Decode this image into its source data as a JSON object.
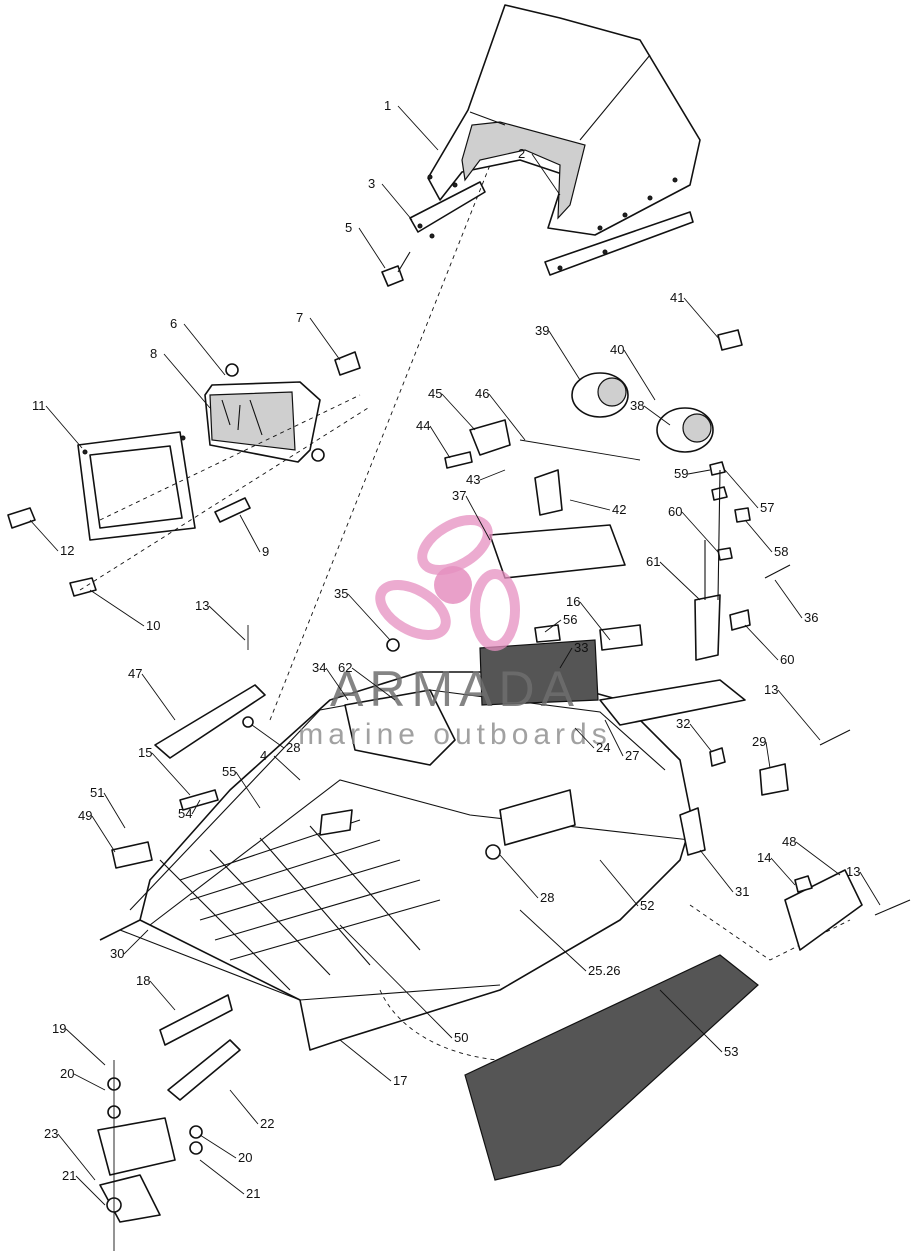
{
  "watermark": {
    "brand": "ARMADA",
    "tagline": "marine outboards",
    "logo_color": "#e58fc0"
  },
  "callouts": [
    "1",
    "2",
    "3",
    "5",
    "6",
    "7",
    "8",
    "11",
    "12",
    "9",
    "10",
    "13",
    "35",
    "34",
    "62",
    "47",
    "4",
    "28",
    "15",
    "55",
    "51",
    "49",
    "54",
    "30",
    "18",
    "19",
    "20",
    "22",
    "23",
    "21",
    "20b",
    "21b",
    "17",
    "50",
    "25.26",
    "53",
    "52",
    "31",
    "48",
    "14",
    "13b",
    "13c",
    "29",
    "32",
    "27",
    "24",
    "28b",
    "33",
    "16",
    "56",
    "37",
    "42",
    "43",
    "44",
    "45",
    "46",
    "39",
    "40",
    "38",
    "41",
    "59",
    "57",
    "60",
    "58",
    "61",
    "36",
    "60b"
  ],
  "labels": {
    "1": "1",
    "2": "2",
    "3": "3",
    "5": "5",
    "6": "6",
    "7": "7",
    "8": "8",
    "11": "11",
    "12": "12",
    "9": "9",
    "10": "10",
    "13": "13",
    "35": "35",
    "34": "34",
    "62": "62",
    "47": "47",
    "4": "4",
    "28": "28",
    "15": "15",
    "55": "55",
    "51": "51",
    "49": "49",
    "54": "54",
    "30": "30",
    "18": "18",
    "19": "19",
    "20": "20",
    "22": "22",
    "23": "23",
    "21": "21",
    "20b": "20",
    "21b": "21",
    "17": "17",
    "50": "50",
    "25.26": "25.26",
    "53": "53",
    "52": "52",
    "31": "31",
    "48": "48",
    "14": "14",
    "13b": "13",
    "13c": "13",
    "29": "29",
    "32": "32",
    "27": "27",
    "24": "24",
    "28b": "28",
    "33": "33",
    "16": "16",
    "56": "56",
    "37": "37",
    "42": "42",
    "43": "43",
    "44": "44",
    "45": "45",
    "46": "46",
    "39": "39",
    "40": "40",
    "38": "38",
    "41": "41",
    "59": "59",
    "57": "57",
    "60": "60",
    "58": "58",
    "61": "61",
    "36": "36",
    "60b": "60"
  }
}
